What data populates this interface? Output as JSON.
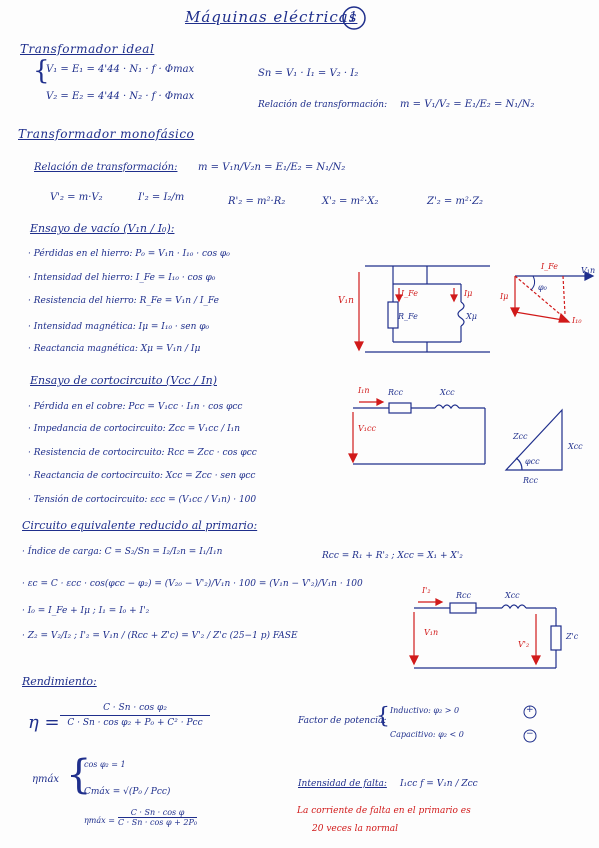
{
  "header": {
    "title": "Máquinas eléctricas",
    "page_number": "1"
  },
  "ideal": {
    "heading": "Transformador ideal",
    "eq1": "V₁ = E₁ = 4'44 · N₁ · f · Φmax",
    "eq2": "V₂ = E₂ = 4'44 · N₂ · f · Φmax",
    "power": "Sn = V₁ · I₁ = V₂ · I₂",
    "ratio_label": "Relación de transformación:",
    "ratio": "m = V₁/V₂ = E₁/E₂ = N₁/N₂"
  },
  "mono": {
    "heading": "Transformador monofásico",
    "ratio_label": "Relación de transformación:",
    "ratio": "m = V₁n/V₂n = E₁/E₂ = N₁/N₂",
    "ref1": "V'₂ = m·V₂",
    "ref2": "I'₂ = I₂/m",
    "ref3": "R'₂ = m²·R₂",
    "ref4": "X'₂ = m²·X₂",
    "ref5": "Z'₂ = m²·Z₂"
  },
  "vacio": {
    "heading": "Ensayo de vacío (V₁n / I₀):",
    "items": [
      "· Pérdidas en el hierro: P₀ = V₁n · I₁₀ · cos φ₀",
      "· Intensidad del hierro: I_Fe = I₁₀ · cos φ₀",
      "· Resistencia del hierro: R_Fe = V₁n / I_Fe",
      "· Intensidad magnética: Iμ = I₁₀ · sen φ₀",
      "· Reactancia magnética: Xμ = V₁n / Iμ"
    ],
    "circuit": {
      "v_label": "V₁n",
      "ife_label": "I_Fe",
      "imu_label": "Iμ",
      "rfe_label": "R_Fe",
      "xmu_label": "Xμ"
    },
    "phasor": {
      "ife": "I_Fe",
      "v": "V₁n",
      "imu": "Iμ",
      "phi": "φ₀",
      "i10": "I₁₀"
    }
  },
  "cc": {
    "heading": "Ensayo de cortocircuito (Vcc / In)",
    "items": [
      "· Pérdida en el cobre: Pcc = V₁cc · I₁n · cos φcc",
      "· Impedancia de cortocircuito: Zcc = V₁cc / I₁n",
      "· Resistencia de cortocircuito: Rcc = Zcc · cos φcc",
      "· Reactancia de cortocircuito: Xcc = Zcc · sen φcc",
      "· Tensión de cortocircuito: εcc = (V₁cc / V₁n) · 100"
    ],
    "circuit": {
      "i": "I₁n",
      "rcc": "Rcc",
      "xcc": "Xcc",
      "v": "V₁cc"
    },
    "triangle": {
      "zcc": "Zcc",
      "xcc": "Xcc",
      "rcc": "Rcc",
      "phi": "φcc"
    }
  },
  "equiv": {
    "heading": "Circuito equivalente reducido al primario:",
    "items": [
      "· Índice de carga: C = S₂/Sn = I₂/I₂n = I₁/I₁n",
      "· εc = C · εcc · cos(φcc − φ₂) = (V₂₀ − V'₂)/V₁n · 100 = (V₁n − V'₂)/V₁n · 100",
      "· I₀ = I_Fe + Iμ ;  I₁ = I₀ + I'₂",
      "· Z₂ = V₂/I₂ ;  I'₂ = V₁n / (Rcc + Z'c) = V'₂ / Z'c   (25−1 p) FASE"
    ],
    "side_eq": "Rcc = R₁ + R'₂ ;  Xcc = X₁ + X'₂",
    "circuit": {
      "i": "I'₂",
      "rcc": "Rcc",
      "xcc": "Xcc",
      "v1": "V₁n",
      "v2": "V'₂",
      "zc": "Z'c"
    }
  },
  "rend": {
    "heading": "Rendimiento:",
    "eta_num": "C · Sn · cos φ₂",
    "eta_den": "C · Sn · cos φ₂ + P₀ + C² · Pcc",
    "pf_label": "Factor de potencia:",
    "pf_ind": "Inductivo: φ₂ > 0",
    "pf_cap": "Capacitivo: φ₂ < 0",
    "pf_plus": "+",
    "pf_minus": "−",
    "max_label": "ηmáx",
    "max1": "cos φ₂ = 1",
    "max2": "Cmáx = √(P₀ / Pcc)",
    "max3_num": "C · Sn · cos φ",
    "max3_den": "C · Sn · cos φ + 2P₀",
    "max3_prefix": "ηmáx =",
    "fault_label": "Intensidad de falta:",
    "fault_eq": "I₁cc f = V₁n / Zcc",
    "note1": "La corriente de falta en el primario es",
    "note2": "20 veces la normal"
  }
}
